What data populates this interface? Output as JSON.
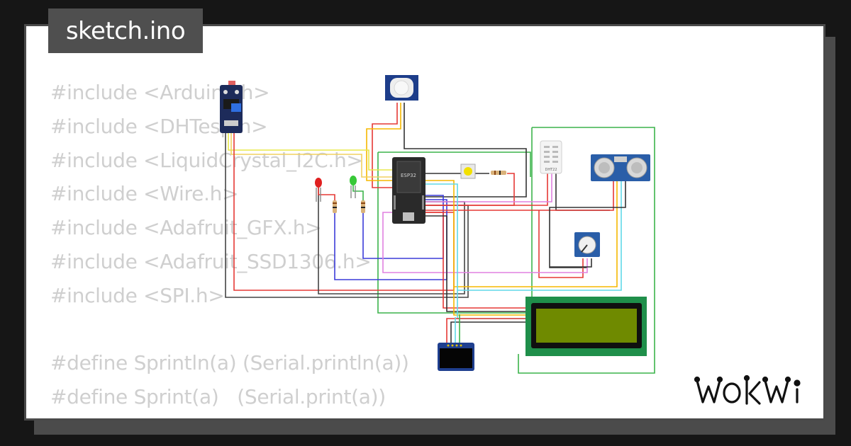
{
  "tab": {
    "filename": "sketch.ino"
  },
  "code_lines": [
    "#include <Arduino.h>",
    "#include <DHTesp.h>",
    "#include <LiquidCrystal_I2C.h>",
    "#include <Wire.h>",
    "#include <Adafruit_GFX.h>",
    "#include <Adafruit_SSD1306.h>",
    "#include <SPI.h>",
    "",
    "#define Sprintln(a) (Serial.println(a))",
    "#define Sprint(a)   (Serial.print(a))"
  ],
  "components": {
    "esp32_label": "ESP32",
    "dht_label": "DHT22"
  },
  "brand": {
    "logo_text": "WOKWI"
  },
  "colors": {
    "page_bg": "#161616",
    "card_bg": "#ffffff",
    "tab_bg": "#4f4f4f",
    "code_text": "#cfcfcf",
    "lcd_green": "#1f8f4a",
    "lcd_screen": "#6f8a00"
  }
}
